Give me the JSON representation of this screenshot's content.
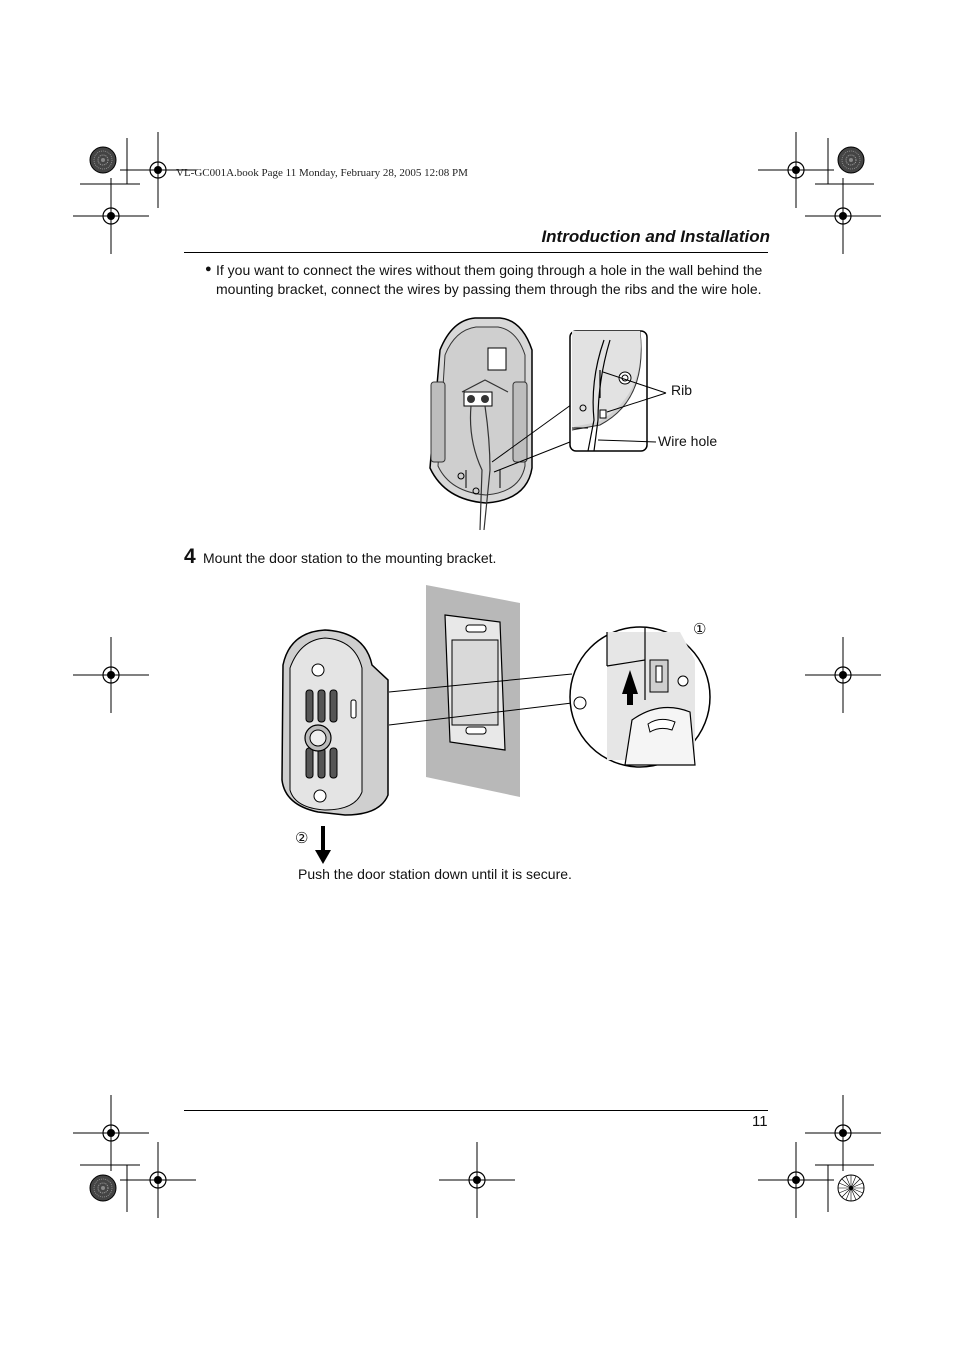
{
  "print_info": "VL-GC001A.book  Page 11  Monday, February 28, 2005  12:08 PM",
  "section_title": "Introduction and Installation",
  "bullet_text": "If you want to connect the wires without them going through a hole in the wall behind the mounting bracket, connect the wires by passing them through the ribs and the wire hole.",
  "figure1": {
    "rib_label": "Rib",
    "wire_hole_label": "Wire hole"
  },
  "step": {
    "number": "4",
    "text": "Mount the door station to the mounting bracket."
  },
  "figure2": {
    "marker_1": "①",
    "marker_2": "②",
    "push_text": "Push the door station down until it is secure."
  },
  "page_number": "11"
}
